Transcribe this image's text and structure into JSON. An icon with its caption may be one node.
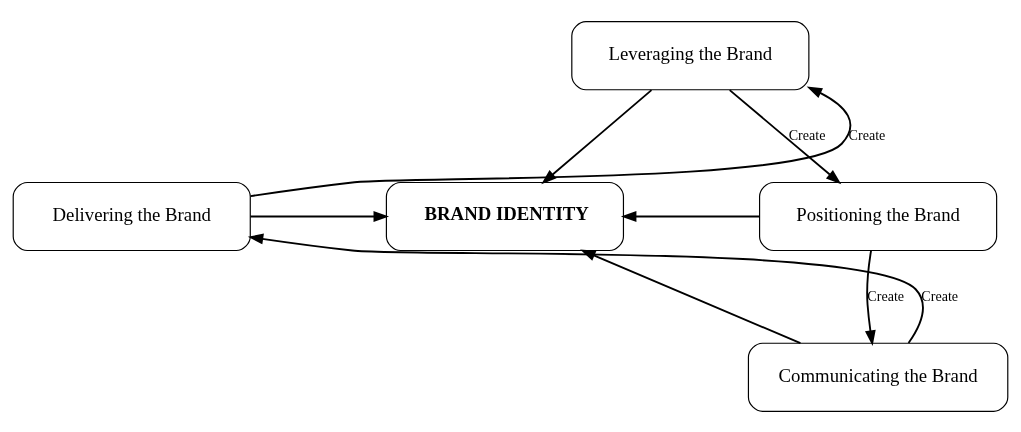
{
  "diagram": {
    "nodes": [
      {
        "text": [
          "Leveraging the Brand"
        ]
      },
      {
        "text": [
          "Delivering the Brand"
        ]
      },
      {
        "text": [
          "BRAND IDENTITY"
        ]
      },
      {
        "text": [
          "Positioning the Brand"
        ]
      },
      {
        "text": [
          "Communicating the Brand"
        ]
      }
    ],
    "edges": [
      {
        "from": 1,
        "to": 0,
        "arrow": "to",
        "label": "Create"
      },
      {
        "from": 0,
        "to": 3,
        "arrow": "to",
        "label": "Create"
      },
      {
        "from": 3,
        "to": 4,
        "arrow": "to",
        "label": "Create"
      },
      {
        "from": 4,
        "to": 1,
        "arrow": "to",
        "label": "Create"
      },
      {
        "from": 0,
        "to": 2,
        "arrow": "to"
      },
      {
        "from": 1,
        "to": 2,
        "arrow": "to"
      },
      {
        "from": 3,
        "to": 2,
        "arrow": "to"
      },
      {
        "from": 4,
        "to": 2,
        "arrow": "to"
      }
    ]
  }
}
